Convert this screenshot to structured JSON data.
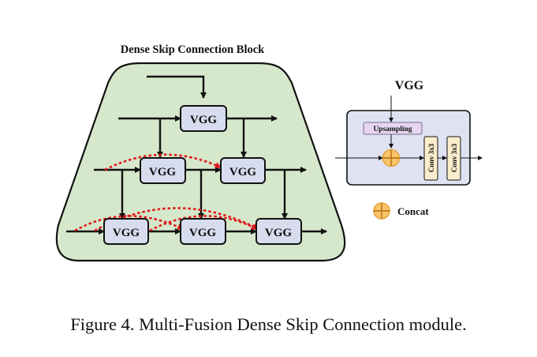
{
  "block_title": "Dense Skip Connection Block",
  "vgg_label": "VGG",
  "detail": {
    "title": "VGG",
    "upsampling_label": "Upsampling",
    "conv_label_1": "Conv 3x3",
    "conv_label_2": "Conv 3x3"
  },
  "legend": {
    "concat_label": "Concat"
  },
  "caption": "Figure 4. Multi-Fusion Dense Skip Connection module.",
  "colors": {
    "block_fill": "#d6e8cb",
    "vgg_fill": "#d7dcee",
    "detail_fill": "#dfe2f2",
    "upsampling_fill": "#e6d5f0",
    "conv_fill": "#fbeccb",
    "concat_fill": "#f9c46a",
    "concat_stroke": "#e8a33a",
    "skip_arrow": "#e01a1a"
  },
  "icons": {
    "concat": "circle-plus-icon"
  }
}
